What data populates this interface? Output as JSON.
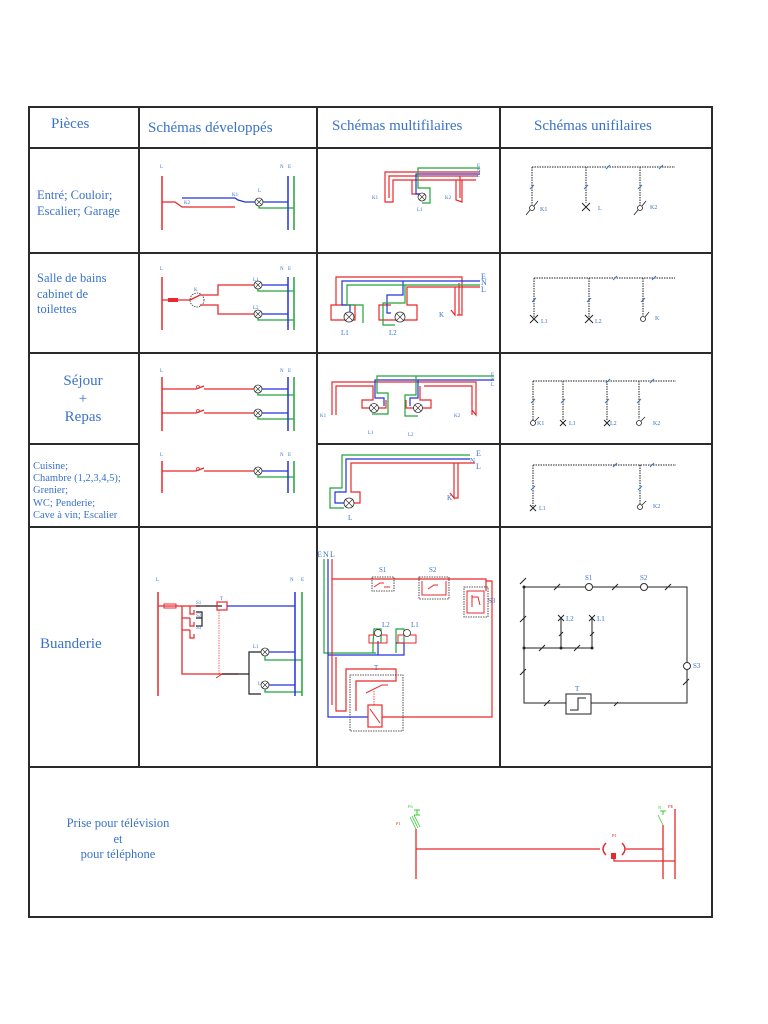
{
  "table": {
    "headers": {
      "rooms": "Pièces",
      "developed": "Schémas développés",
      "multiwire": "Schémas multifilaires",
      "singlewire": "Schémas unifilaires"
    },
    "rows": [
      {
        "room": [
          "Entré; Couloir;",
          "Escalier; Garage"
        ],
        "developed_labels": {
          "phase": "L",
          "neutral": "N",
          "earth": "E",
          "switch1": "K1",
          "switch2": "K2",
          "lamp": "L"
        },
        "multiwire_labels": {
          "switch1": "K1",
          "switch2": "K2",
          "lamp": "L1",
          "earth": "E",
          "neutral": "N",
          "phase": "L"
        },
        "singlewire_labels": {
          "switch1": "K1",
          "lamp": "L",
          "switch2": "K2"
        }
      },
      {
        "room": [
          "Salle de bains",
          "cabinet de",
          "toilettes"
        ],
        "developed_labels": {
          "phase": "L",
          "neutral": "N",
          "earth": "E",
          "switch": "K",
          "lamp1": "L1",
          "lamp2": "L2"
        },
        "multiwire_labels": {
          "lamp1": "L1",
          "lamp2": "L2",
          "switch": "K",
          "earth": "E",
          "neutral": "N",
          "phase": "L"
        },
        "singlewire_labels": {
          "lamp1": "L1",
          "lamp2": "L2",
          "switch": "K"
        }
      },
      {
        "room": [
          "Séjour",
          "+",
          "Repas"
        ],
        "developed_labels": {
          "phase": "L",
          "neutral": "N",
          "earth": "E"
        },
        "multiwire_labels": {
          "switch1": "K1",
          "switch2": "K2",
          "lamp1": "L1",
          "lamp2": "L2",
          "earth": "E",
          "neutral": "N",
          "phase": "L"
        },
        "singlewire_labels": {
          "switch1": "K1",
          "lamp1": "L1",
          "lamp2": "L2",
          "switch2": "K2"
        }
      },
      {
        "room": [
          "Cuisine;",
          "Chambre (1,2,3,4,5);",
          "Grenier;",
          "WC; Penderie;",
          "Cave à vin; Escalier"
        ],
        "developed_labels": {
          "phase": "L",
          "neutral": "N",
          "earth": "E"
        },
        "multiwire_labels": {
          "lamp": "L",
          "switch": "K",
          "earth": "E",
          "neutral": "N",
          "phase": "L"
        },
        "singlewire_labels": {
          "lamp": "L1",
          "switch": "K2"
        }
      },
      {
        "room": [
          "Buanderie"
        ],
        "developed_labels": {
          "phase": "L",
          "neutral": "N",
          "earth": "E",
          "push1": "S1",
          "push2": "S2",
          "push3": "S3",
          "timer": "T",
          "lamp1": "L1",
          "lamp2": "L2"
        },
        "multiwire_labels": {
          "earth": "E",
          "neutral": "N",
          "phase": "L",
          "push1": "S1",
          "push2": "S2",
          "push3": "S3",
          "lamp1": "L1",
          "lamp2": "L2",
          "timer": "T"
        },
        "singlewire_labels": {
          "push1": "S1",
          "push2": "S2",
          "push3": "S3",
          "lamp1": "L1",
          "lamp2": "L2",
          "timer": "T"
        }
      }
    ],
    "last_row": {
      "room": [
        "Prise pour télévision",
        "et",
        "pour téléphone"
      ],
      "labels": {
        "fuse": "F1",
        "phase": "Ph",
        "socket": "P1",
        "neutral": "N",
        "pe": "PE"
      }
    }
  },
  "colors": {
    "text": "#3a72c8",
    "phase": "#e8282c",
    "neutral": "#2233dd",
    "earth": "#22a33a",
    "border": "#2b2b2b",
    "tv_green": "#33cc33"
  }
}
